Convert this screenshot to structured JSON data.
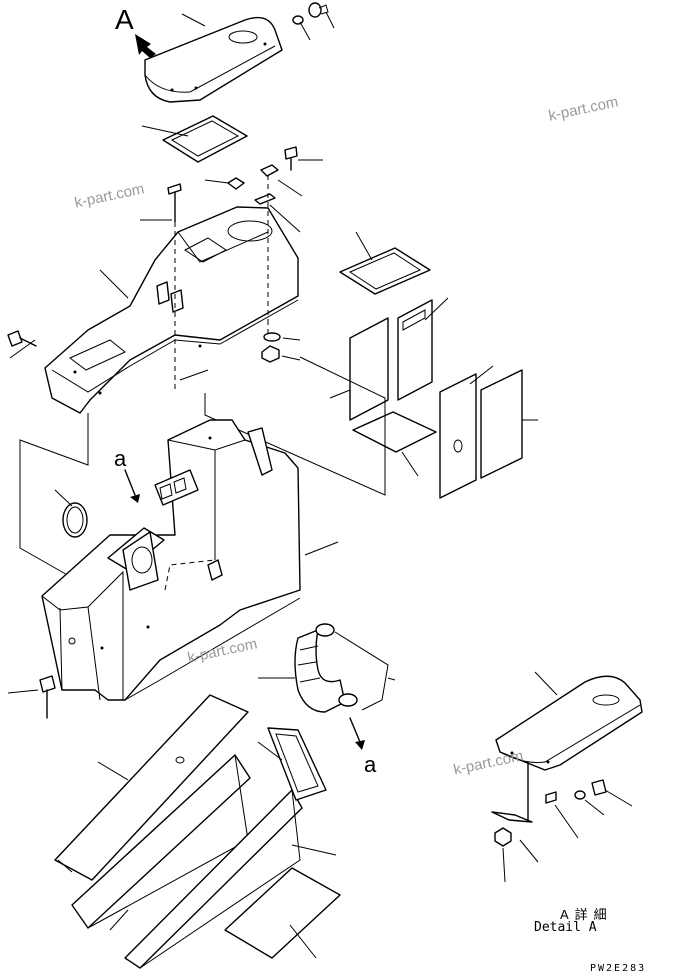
{
  "view": {
    "letter": "A",
    "sub_letter_upper": "a",
    "sub_letter_lower": "a"
  },
  "watermarks": [
    "k-part.com",
    "k-part.com",
    "k-part.com",
    "k-part.com"
  ],
  "detail": {
    "japanese": "A詳細",
    "english": "Detail A"
  },
  "drawing_code": "PW2E283"
}
